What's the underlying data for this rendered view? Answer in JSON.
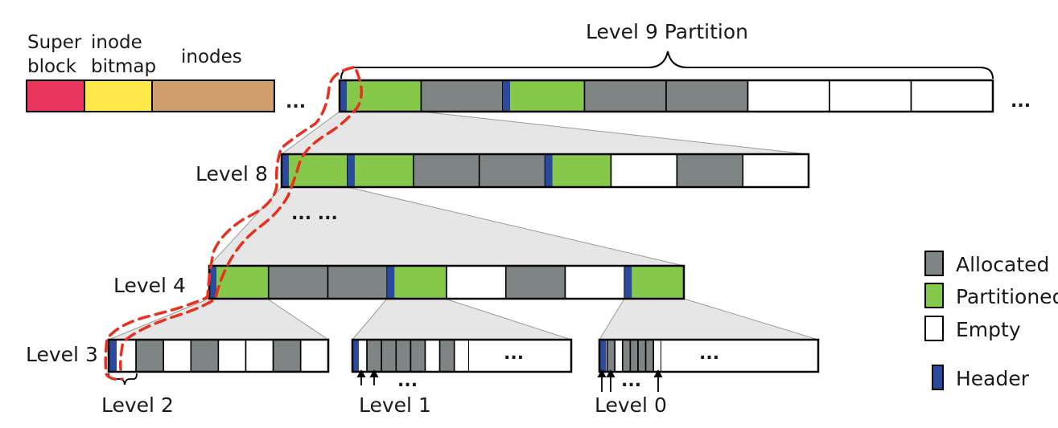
{
  "colors": {
    "superblock": "#e8365d",
    "inode_bitmap": "#ffe84a",
    "inodes": "#cf9e6c",
    "allocated": "#7f8585",
    "partitioned": "#86c84a",
    "empty": "#ffffff",
    "header": "#2b4a9e",
    "path": "#e8301f"
  },
  "disk_header": {
    "super_block": [
      "Super",
      "block"
    ],
    "inode_bitmap": [
      "inode",
      "bitmap"
    ],
    "inodes": "inodes",
    "ellipsis": "..."
  },
  "levels": {
    "level9": {
      "label": "Level 9 Partition",
      "cells": [
        "partitioned",
        "allocated",
        "partitioned",
        "allocated",
        "allocated",
        "empty",
        "empty",
        "empty"
      ],
      "trailing": "..."
    },
    "level8": {
      "label": "Level 8",
      "cells": [
        "partitioned",
        "partitioned",
        "allocated",
        "allocated",
        "partitioned",
        "empty",
        "allocated",
        "empty"
      ]
    },
    "gap": "... ...",
    "level4": {
      "label": "Level 4",
      "cells": [
        "partitioned",
        "allocated",
        "allocated",
        "partitioned",
        "empty",
        "allocated",
        "empty",
        "partitioned"
      ]
    },
    "level3": {
      "label": "Level 3",
      "cells": [
        "empty",
        "allocated",
        "empty",
        "allocated",
        "empty",
        "empty",
        "allocated",
        "empty"
      ]
    },
    "level2": {
      "label": "Level 2"
    },
    "level1": {
      "label": "Level 1",
      "cells": [
        "empty",
        "allocated",
        "allocated",
        "allocated",
        "allocated",
        "empty",
        "allocated",
        "empty"
      ],
      "ellipsis": "...",
      "arrow_dots": "..."
    },
    "level0": {
      "label": "Level 0",
      "cells": [
        "empty",
        "allocated",
        "empty",
        "allocated",
        "allocated",
        "allocated",
        "allocated",
        "empty"
      ],
      "ellipsis": "...",
      "arrow_dots": "..."
    }
  },
  "legend": [
    {
      "key": "allocated",
      "label": "Allocated"
    },
    {
      "key": "partitioned",
      "label": "Partitioned"
    },
    {
      "key": "empty",
      "label": "Empty"
    },
    {
      "key": "header",
      "label": "Header"
    }
  ]
}
